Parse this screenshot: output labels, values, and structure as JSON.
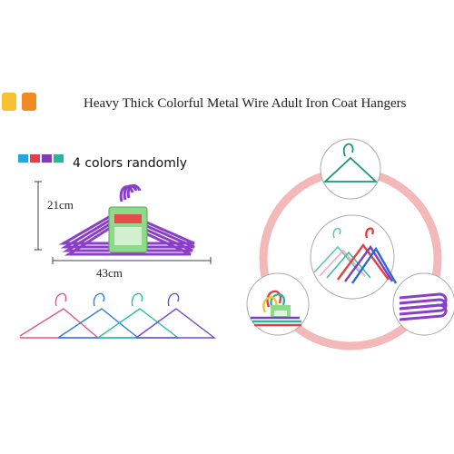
{
  "title": "Heavy Thick Colorful Metal Wire Adult Iron Coat Hangers",
  "colors_label": "4 colors randomly",
  "height_label": "21cm",
  "width_label": "43cm",
  "colors": {
    "corner_yellow": "#f6c231",
    "corner_orange": "#f08a23",
    "swatch_blue": "#29a3dc",
    "swatch_red": "#e23f4a",
    "swatch_purple": "#7b3db8",
    "swatch_teal": "#2bb3a2",
    "ring_pink": "#f3b8b8",
    "hanger_purple": "#8a3fc9"
  }
}
